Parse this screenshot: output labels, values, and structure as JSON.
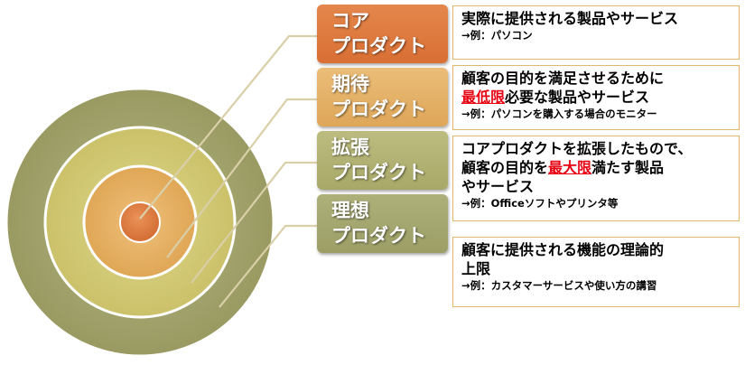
{
  "colors": {
    "ring_outer": "#a5a66f",
    "ring_third": "#d3ca75",
    "ring_second": "#e5b060",
    "core": "#de7a3e",
    "leader_line": "#d9cfa8",
    "desc_border": "#e0ba6a",
    "highlight": "#e60012"
  },
  "levels": [
    {
      "line1": "コア",
      "line2": "プロダクト",
      "color": "#de7a3e"
    },
    {
      "line1": "期待",
      "line2": "プロダクト",
      "color": "#e3b266"
    },
    {
      "line1": "拡張",
      "line2": "プロダクト",
      "color": "#b0b071"
    },
    {
      "line1": "理想",
      "line2": "プロダクト",
      "color": "#a5a66f"
    }
  ],
  "descriptions": [
    {
      "line1": "実際に提供される製品やサービス",
      "example": "→例：パソコン"
    },
    {
      "line1": "顧客の目的を満足させるために",
      "line2_highlight": "最低限",
      "line2_rest": "必要な製品やサービス",
      "example": "→例：パソコンを購入する場合のモニター"
    },
    {
      "line1": "コアプロダクトを拡張したもので、",
      "line2_pre": "顧客の目的を",
      "line2_highlight": "最大限",
      "line2_rest": "満たす製品",
      "line3": "やサービス",
      "example": "→例：Officeソフトやプリンタ等"
    },
    {
      "line1": "顧客に提供される機能の理論的",
      "line2": "上限",
      "example": "→例：カスタマーサービスや使い方の講習"
    }
  ]
}
